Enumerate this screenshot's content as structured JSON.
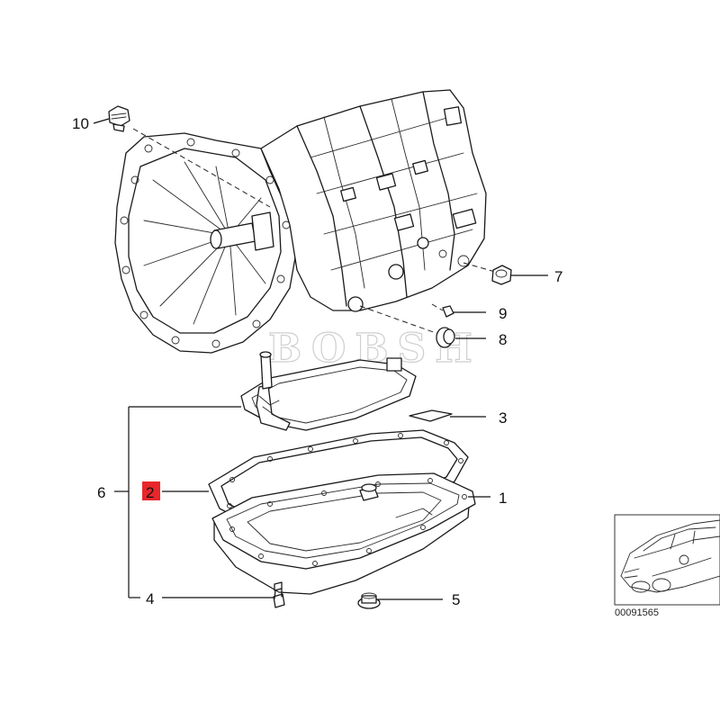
{
  "diagram": {
    "watermark": "BOBSH",
    "diagram_id": "00091565",
    "callouts": [
      {
        "id": "1",
        "label": "1"
      },
      {
        "id": "2",
        "label": "2",
        "highlighted": true,
        "highlight_color": "#e8262a"
      },
      {
        "id": "3",
        "label": "3"
      },
      {
        "id": "4",
        "label": "4"
      },
      {
        "id": "5",
        "label": "5"
      },
      {
        "id": "6",
        "label": "6"
      },
      {
        "id": "7",
        "label": "7"
      },
      {
        "id": "8",
        "label": "8"
      },
      {
        "id": "9",
        "label": "9"
      },
      {
        "id": "10",
        "label": "10"
      }
    ]
  }
}
